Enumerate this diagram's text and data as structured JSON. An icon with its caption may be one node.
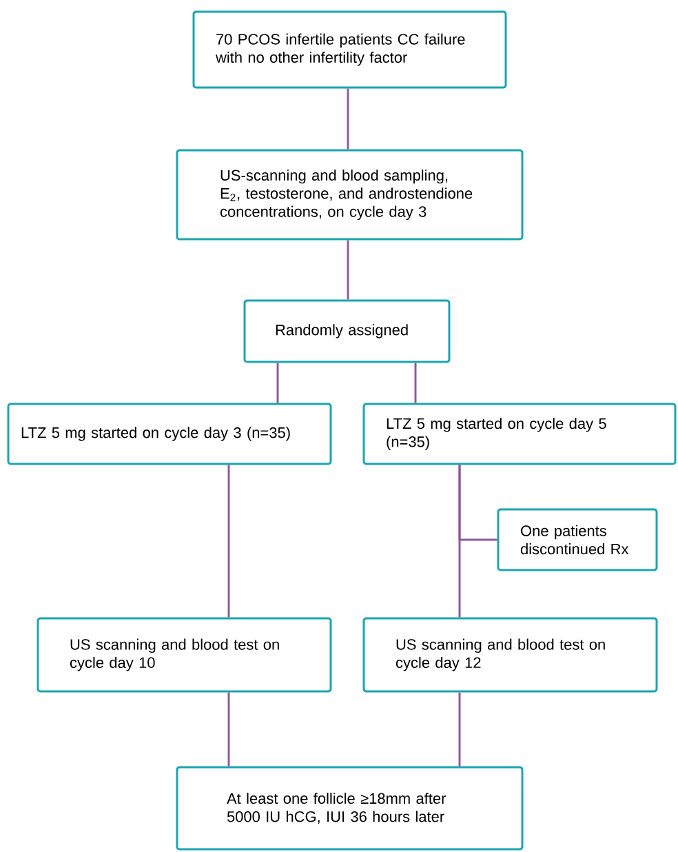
{
  "diagram": {
    "nodes": [
      {
        "text": [
          "70 PCOS infertile patients CC failure with no other infertility factor"
        ]
      },
      {
        "text": [
          "US-scanning and blood sampling, E$_{2}$, testosterone, and androstendione concentrations, on cycle day 3"
        ]
      },
      {
        "text": [
          "Randomly assigned"
        ]
      },
      {
        "text": [
          "LTZ 5 mg started on cycle day 3 (n=35)"
        ]
      },
      {
        "text": [
          "LTZ 5 mg started on cycle day 5 (n=35)"
        ]
      },
      {
        "text": [
          "One patients discontinued Rx"
        ]
      },
      {
        "text": [
          "US scanning and blood test on cycle day 10"
        ]
      },
      {
        "text": [
          "US scanning and blood test on cycle day 12"
        ]
      },
      {
        "text": [
          "At least one follicle ≥18mm after 5000 IU hCG, IUI 36 hours later"
        ]
      }
    ],
    "edges": [
      {
        "from": 0,
        "to": 1,
        "arrow": "none"
      },
      {
        "from": 1,
        "to": 2,
        "arrow": "none"
      },
      {
        "from": 2,
        "to": 3,
        "arrow": "none"
      },
      {
        "from": 2,
        "to": 4,
        "arrow": "none"
      },
      {
        "from": 4,
        "to": 5,
        "arrow": "none"
      },
      {
        "from": 3,
        "to": 6,
        "arrow": "none"
      },
      {
        "from": 4,
        "to": 7,
        "arrow": "none"
      },
      {
        "from": 6,
        "to": 8,
        "arrow": "none"
      },
      {
        "from": 7,
        "to": 8,
        "arrow": "none"
      }
    ]
  }
}
